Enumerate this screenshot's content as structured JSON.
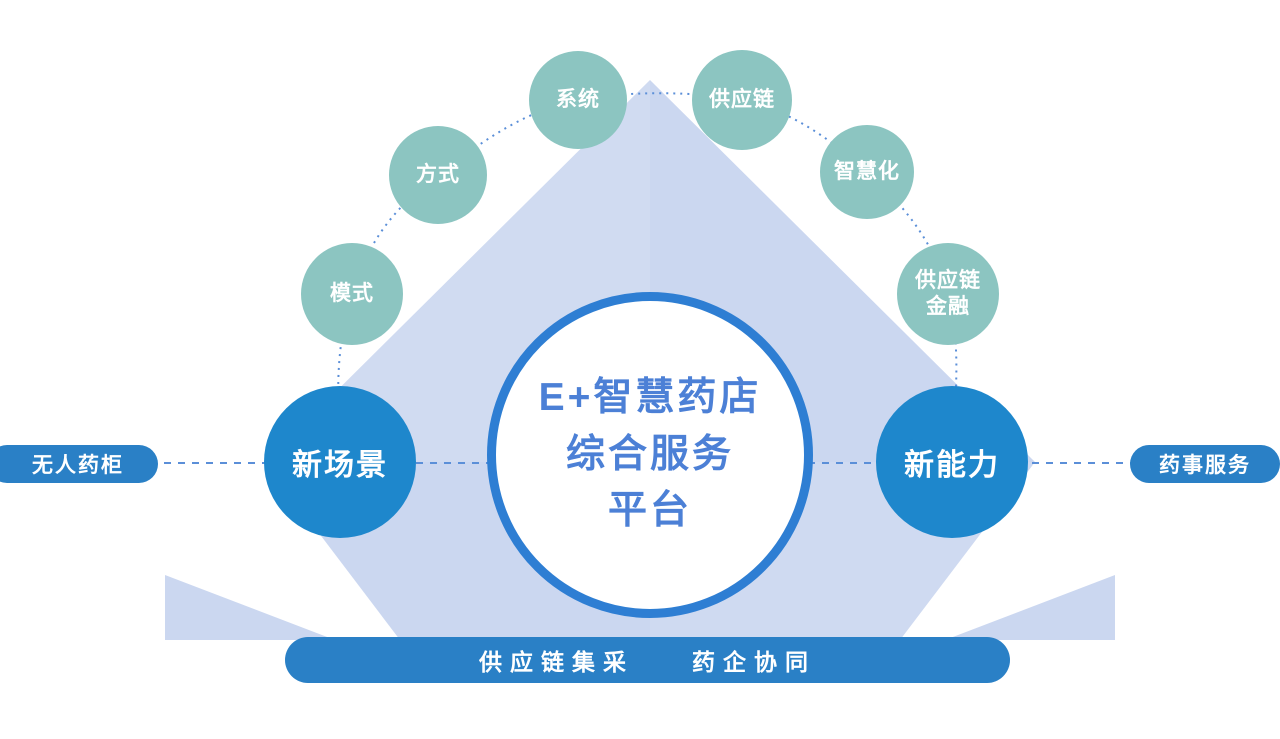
{
  "colors": {
    "backdrop": "#cbd7f0",
    "teal": "#8cc5c1",
    "blue-node": "#1e87cc",
    "pill": "#2a80c6",
    "center-border": "#2e7ed3",
    "center-text": "#4c80d6",
    "connector": "#5b8fd8"
  },
  "center": {
    "label": "E+智慧药店\n综合服务\n平台"
  },
  "satellites": [
    {
      "label": "模式"
    },
    {
      "label": "方式"
    },
    {
      "label": "系统"
    },
    {
      "label": "供应链"
    },
    {
      "label": "智慧化"
    },
    {
      "label": "供应链\n金融"
    }
  ],
  "nodes": {
    "left": "新场景",
    "right": "新能力"
  },
  "pills": {
    "left": "无人药柜",
    "right": "药事服务"
  },
  "bottom_pill": {
    "labels": [
      "供应链集采",
      "药企协同"
    ]
  }
}
